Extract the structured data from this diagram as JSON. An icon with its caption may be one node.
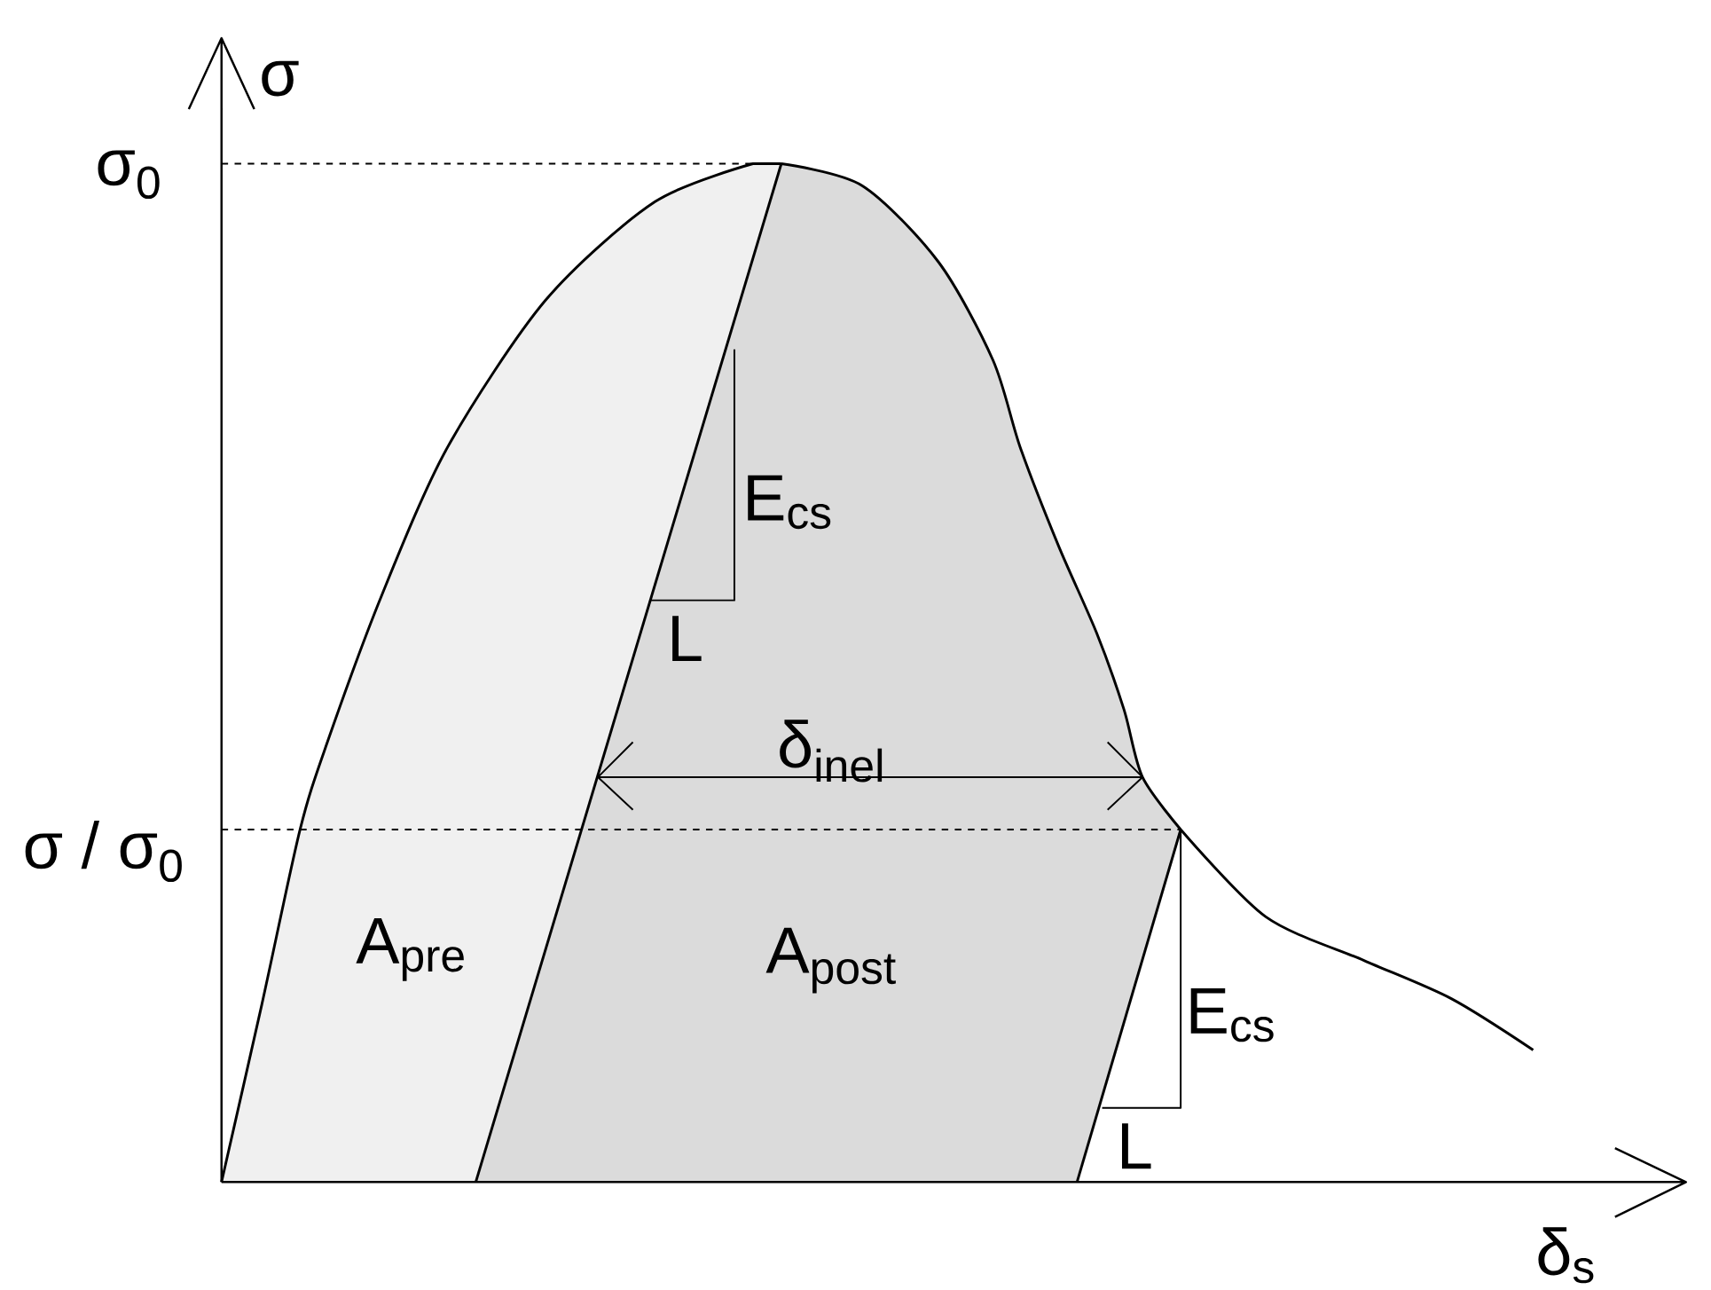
{
  "diagram": {
    "labels": [
      "σ",
      "σ$_{0}$",
      "E$_{cs}$",
      "L",
      "δ$_{inel}$",
      "σ / σ$_{0}$",
      "A$_{pre}$",
      "A$_{post}$",
      "E$_{cs}$",
      "L",
      "δ$_{s}$"
    ]
  }
}
